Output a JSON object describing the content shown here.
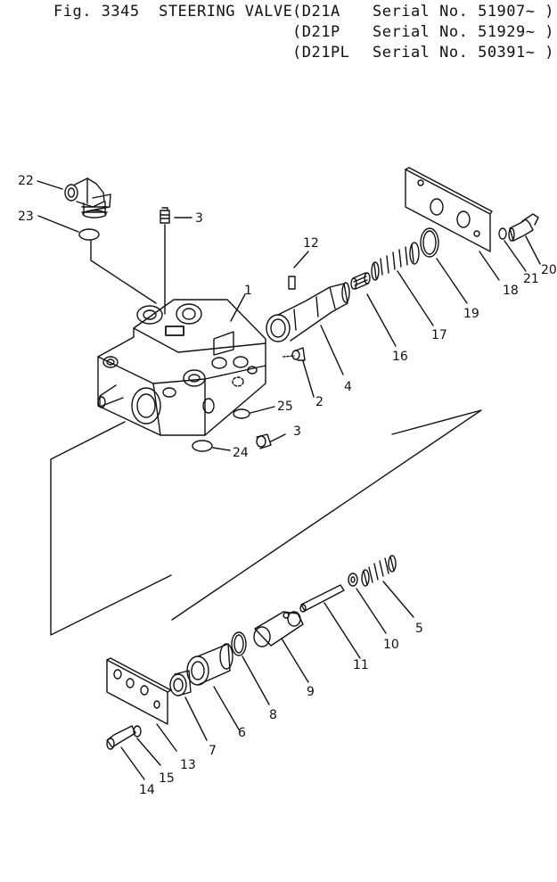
{
  "header": {
    "figure_title": "Fig. 3345  STEERING VALVE",
    "models": [
      {
        "model": "(D21A",
        "serial": "Serial No. 51907~ )"
      },
      {
        "model": "(D21P",
        "serial": "Serial No. 51929~ )"
      },
      {
        "model": "(D21PL",
        "serial": "Serial No. 50391~ )"
      }
    ]
  },
  "callouts": [
    "1",
    "2",
    "3",
    "3",
    "4",
    "5",
    "6",
    "7",
    "8",
    "9",
    "10",
    "11",
    "12",
    "13",
    "14",
    "15",
    "16",
    "17",
    "18",
    "19",
    "20",
    "21",
    "22",
    "23",
    "24",
    "25"
  ]
}
